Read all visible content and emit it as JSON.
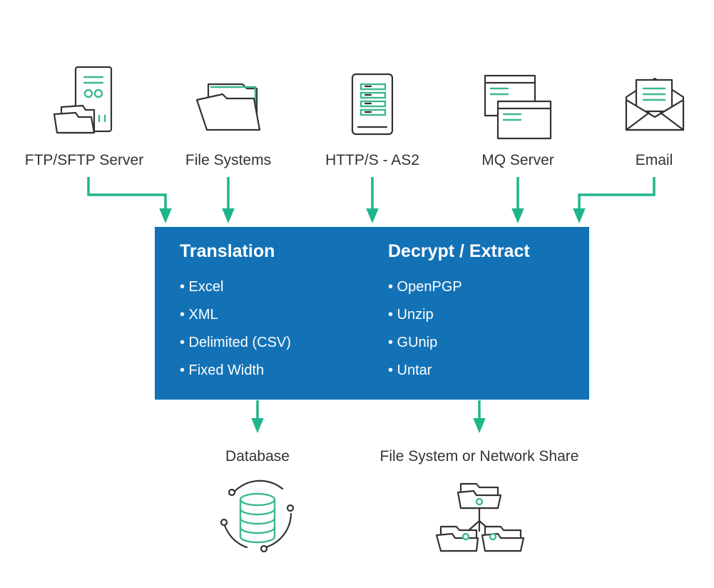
{
  "sources": [
    {
      "label": "FTP/SFTP Server",
      "icon": "server-icon"
    },
    {
      "label": "File Systems",
      "icon": "folder-icon"
    },
    {
      "label": "HTTP/S - AS2",
      "icon": "tablet-icon"
    },
    {
      "label": "MQ Server",
      "icon": "message-queue-icon"
    },
    {
      "label": "Email",
      "icon": "envelope-icon"
    }
  ],
  "process": {
    "translation": {
      "title": "Translation",
      "items": [
        "• Excel",
        "• XML",
        "• Delimited (CSV)",
        "• Fixed Width"
      ]
    },
    "decrypt": {
      "title": "Decrypt / Extract",
      "items": [
        "• OpenPGP",
        "• Unzip",
        "• GUnip",
        "• Untar"
      ]
    }
  },
  "destinations": [
    {
      "label": "Database",
      "icon": "database-icon"
    },
    {
      "label": "File System or Network Share",
      "icon": "network-share-icon"
    }
  ],
  "colors": {
    "box": "#1372b6",
    "accent": "#3cb88e",
    "arrow": "#1fb58a",
    "text": "#333333"
  }
}
